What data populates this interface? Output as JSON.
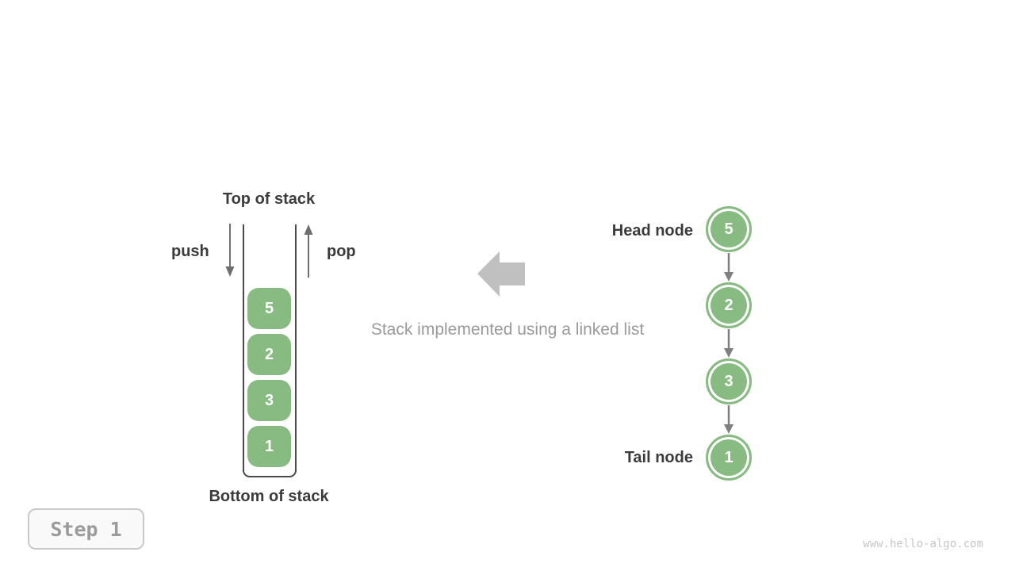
{
  "stack": {
    "top_label": "Top of stack",
    "bottom_label": "Bottom of stack",
    "push_label": "push",
    "pop_label": "pop",
    "items": [
      "5",
      "2",
      "3",
      "1"
    ]
  },
  "caption": {
    "text": "Stack implemented using a linked list"
  },
  "linked_list": {
    "head_label": "Head node",
    "tail_label": "Tail node",
    "nodes": [
      "5",
      "2",
      "3",
      "1"
    ]
  },
  "step_badge": {
    "label": "Step 1"
  },
  "watermark": {
    "text": "www.hello-algo.com"
  },
  "icons": {
    "push_arrow": "down-arrow",
    "pop_arrow": "up-arrow",
    "link_arrow": "down-arrow",
    "transform_arrow": "left-block-arrow"
  },
  "colors": {
    "node_green": "#88bb82",
    "label_dark": "#3b3b3b",
    "caption_gray": "#9a9a9a",
    "block_arrow_gray": "#c0c0c0",
    "thin_arrow_gray": "#6e6e6e",
    "container_line": "#4a4a4a",
    "badge_border": "#c9c9c9",
    "badge_text": "#9b9b9b",
    "watermark_gray": "#c6c6c6"
  }
}
